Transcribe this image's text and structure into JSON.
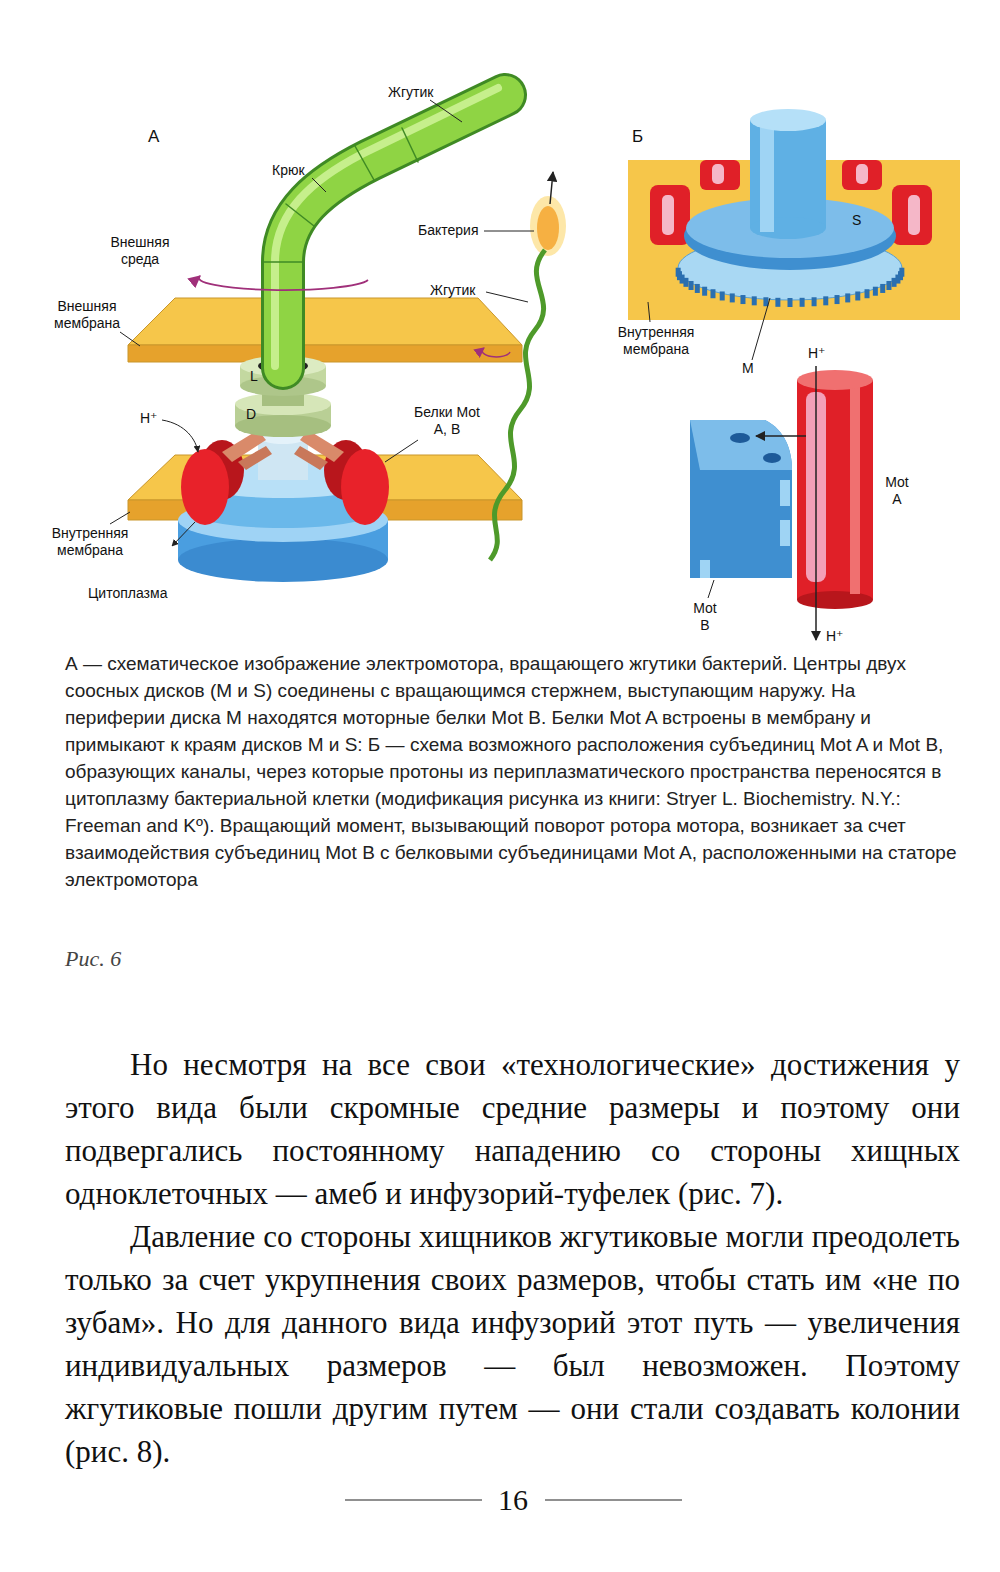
{
  "diagram": {
    "caption": "А — схематическое изображение электромотора, вращающего жгутики бактерий. Центры двух соосных дисков (М и S) соединены с вращающимся стержнем, выступающим наружу. На периферии диска М находятся моторные белки Mot B. Белки Mot A встроены в мембрану и примыкают к краям дисков М и S: Б — схема возможного расположения субъединиц Mot A и Mot B, образующих каналы, через которые протоны из периплазматического пространства переносятся в цитоплазму бактериальной клетки (модификация рисунка из книги: Stryer L. Biochemistry. N.Y.: Freeman and Kº). Вращающий момент, вызывающий поворот ротора мотора, возникает за счет взаимодействия субъединиц Mot B с белковыми субъединицами Mot A, расположенными на статоре электромотора",
    "labels": [
      "А",
      "Жгутик",
      "Крюк",
      "Бактерия",
      "Внешняя среда",
      "Жгутик",
      "Внешняя мембрана",
      "L",
      "D",
      "H⁺",
      "Белки Mot A, B",
      "Внутренняя мембрана",
      "Цитоплазма",
      "Б",
      "S",
      "Внутренняя мембрана",
      "M",
      "H⁺",
      "Mot A",
      "Mot B",
      "H⁺",
      "Рис. 6",
      "Но несмотря на все свои «технологические» достижения у этого вида были скромные средние размеры и поэтому они подвергались постоянному нападению со стороны хищных одноклеточных — амеб и инфузорий-туфелек (рис. 7).",
      "Давление со стороны хищников жгутиковые могли преодолеть только за счет укрупнения своих размеров, чтобы стать им «не по зубам». Но для данного вида инфузорий этот путь — увеличения индивидуальных размеров — был невозможен. Поэтому жгутиковые пошли другим путем — они стали создавать колонии (рис. 8).",
      "16"
    ]
  }
}
